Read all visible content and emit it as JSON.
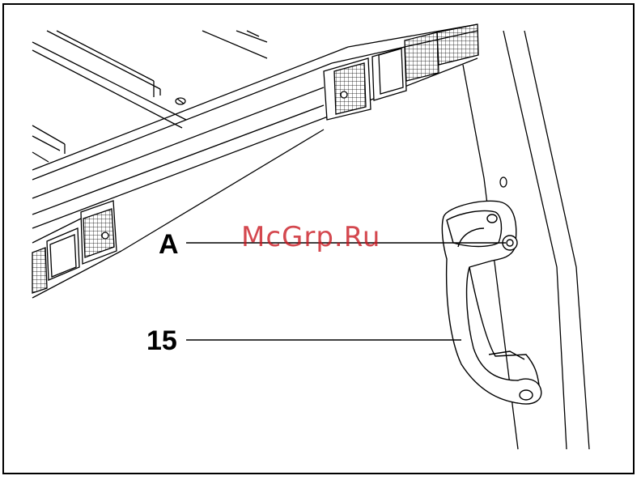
{
  "labels": {
    "a": "A",
    "part_15": "15"
  },
  "watermark": "McGrp.Ru",
  "colors": {
    "line": "#000000",
    "background": "#ffffff",
    "watermark": "#c8141e"
  }
}
